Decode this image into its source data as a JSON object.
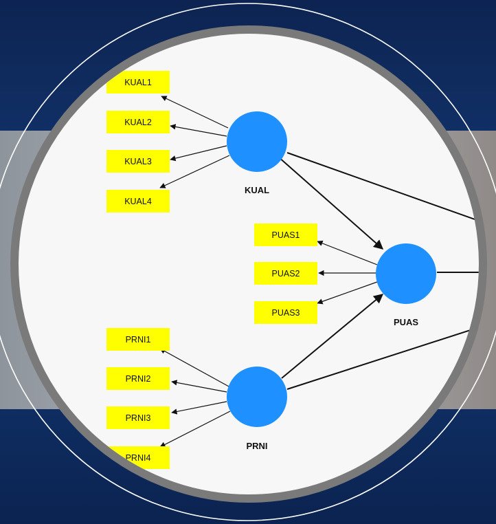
{
  "diagram": {
    "colors": {
      "background_navy": "#0f2a5c",
      "canvas": "#f7f7f7",
      "ring": "#7a7a7a",
      "latent_fill": "#1e90ff",
      "indicator_fill": "#ffff00",
      "arrow": "#111111"
    },
    "latents": [
      {
        "id": "KUAL",
        "label": "KUAL"
      },
      {
        "id": "PUAS",
        "label": "PUAS"
      },
      {
        "id": "PRNI",
        "label": "PRNI"
      }
    ],
    "indicators": [
      {
        "label": "KUAL1",
        "latent": "KUAL"
      },
      {
        "label": "KUAL2",
        "latent": "KUAL"
      },
      {
        "label": "KUAL3",
        "latent": "KUAL"
      },
      {
        "label": "KUAL4",
        "latent": "KUAL"
      },
      {
        "label": "PUAS1",
        "latent": "PUAS"
      },
      {
        "label": "PUAS2",
        "latent": "PUAS"
      },
      {
        "label": "PUAS3",
        "latent": "PUAS"
      },
      {
        "label": "PRNI1",
        "latent": "PRNI"
      },
      {
        "label": "PRNI2",
        "latent": "PRNI"
      },
      {
        "label": "PRNI3",
        "latent": "PRNI"
      },
      {
        "label": "PRNI4",
        "latent": "PRNI"
      }
    ],
    "structural_paths": [
      {
        "from": "KUAL",
        "to": "PUAS"
      },
      {
        "from": "PRNI",
        "to": "PUAS"
      }
    ]
  }
}
